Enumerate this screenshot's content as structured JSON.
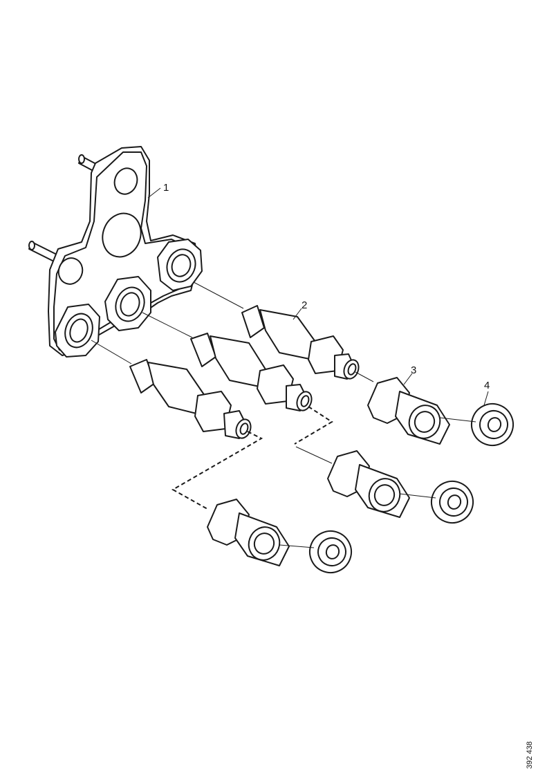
{
  "callouts": [
    {
      "label": "1"
    },
    {
      "label": "2"
    },
    {
      "label": "3"
    },
    {
      "label": "4"
    }
  ],
  "reference_number": "392 438",
  "colors": {
    "line": "#1a1a1a",
    "background": "#ffffff"
  }
}
